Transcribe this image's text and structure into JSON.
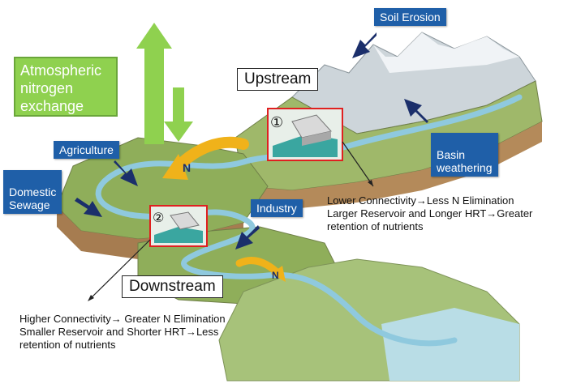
{
  "labels": {
    "soil_erosion": "Soil Erosion",
    "basin_weathering": "Basin\nweathering",
    "agriculture": "Agriculture",
    "domestic_sewage": "Domestic\nSewage",
    "industry": "Industry",
    "atmospheric": "Atmospheric\nnitrogen\nexchange",
    "upstream": "Upstream",
    "downstream": "Downstream",
    "marker_1": "①",
    "marker_2": "②",
    "n_upper": "N",
    "n_lower": "N"
  },
  "notes": {
    "upstream_line1": "Lower Connectivity→Less N Elimination",
    "upstream_line2": "Larger Reservoir and Longer HRT→Greater",
    "upstream_line3": "retention of nutrients",
    "downstream_line1": "Higher Connectivity→ Greater N Elimination",
    "downstream_line2": "Smaller Reservoir and Shorter HRT→Less",
    "downstream_line3": "retention of nutrients"
  },
  "colors": {
    "label_blue": "#1f5fa8",
    "arrow_navy": "#1b2f6b",
    "atmo_green": "#8fd14f",
    "n_arrow": "#f0b21a",
    "highlight_red": "#e02020"
  }
}
